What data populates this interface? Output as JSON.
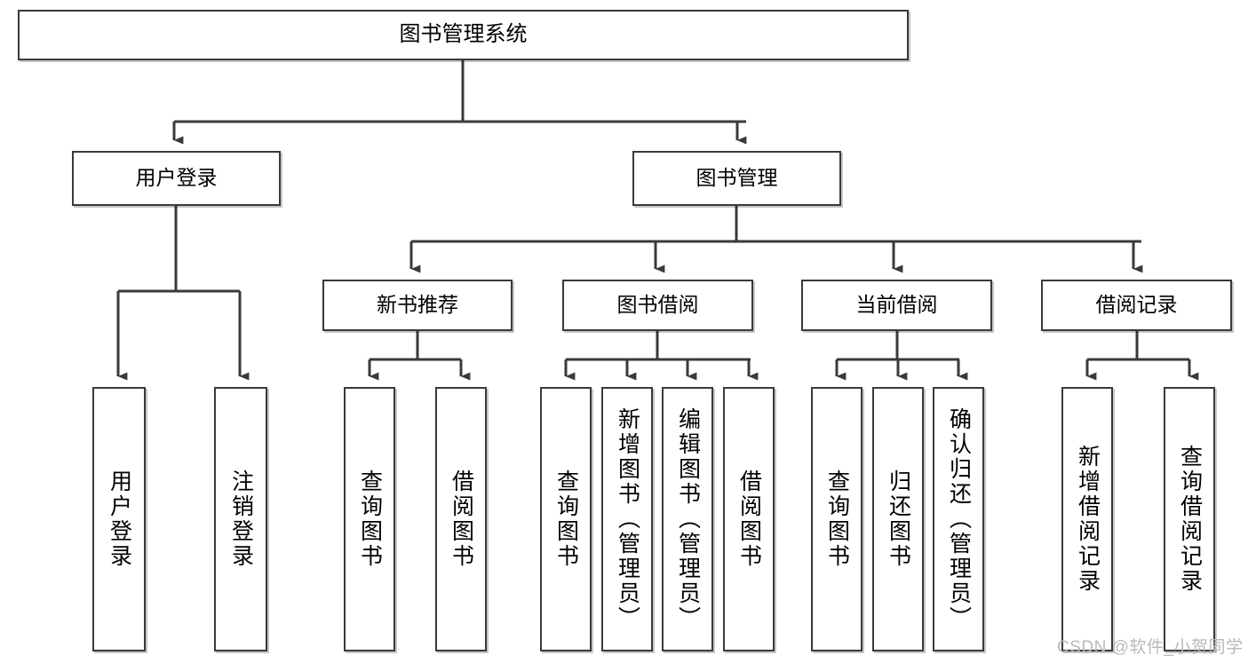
{
  "diagram": {
    "title": "图书管理系统",
    "type": "tree-hierarchy-chart",
    "watermark": "CSDN @软件_小贺同学",
    "nodes": {
      "root": {
        "label": "图书管理系统"
      },
      "level2": [
        {
          "id": "user-login",
          "label": "用户登录"
        },
        {
          "id": "book-manage",
          "label": "图书管理"
        }
      ],
      "level3": [
        {
          "id": "new-book-recommend",
          "label": "新书推荐"
        },
        {
          "id": "book-borrow",
          "label": "图书借阅"
        },
        {
          "id": "current-borrow",
          "label": "当前借阅"
        },
        {
          "id": "borrow-record",
          "label": "借阅记录"
        }
      ],
      "leaves": [
        {
          "id": "leaf-user-login",
          "label": "用户登录",
          "parent": "user-login"
        },
        {
          "id": "leaf-logout-login",
          "label": "注销登录",
          "parent": "user-login"
        },
        {
          "id": "leaf-query-book-1",
          "label": "查询图书",
          "parent": "new-book-recommend"
        },
        {
          "id": "leaf-borrow-book-1",
          "label": "借阅图书",
          "parent": "new-book-recommend"
        },
        {
          "id": "leaf-query-book-2",
          "label": "查询图书",
          "parent": "book-borrow"
        },
        {
          "id": "leaf-add-book",
          "label": "新增图书（管理员）",
          "parent": "book-borrow"
        },
        {
          "id": "leaf-edit-book",
          "label": "编辑图书（管理员）",
          "parent": "book-borrow"
        },
        {
          "id": "leaf-borrow-book-2",
          "label": "借阅图书",
          "parent": "book-borrow"
        },
        {
          "id": "leaf-query-book-3",
          "label": "查询图书",
          "parent": "current-borrow"
        },
        {
          "id": "leaf-return-book",
          "label": "归还图书",
          "parent": "current-borrow"
        },
        {
          "id": "leaf-confirm-return",
          "label": "确认归还（管理员）",
          "parent": "current-borrow"
        },
        {
          "id": "leaf-add-record",
          "label": "新增借阅记录",
          "parent": "borrow-record"
        },
        {
          "id": "leaf-query-record",
          "label": "查询借阅记录",
          "parent": "borrow-record"
        }
      ]
    },
    "colors": {
      "stroke": "#3a3a3a",
      "fill": "#ffffff",
      "text": "#000000",
      "watermark": "#b9b9b9"
    }
  }
}
